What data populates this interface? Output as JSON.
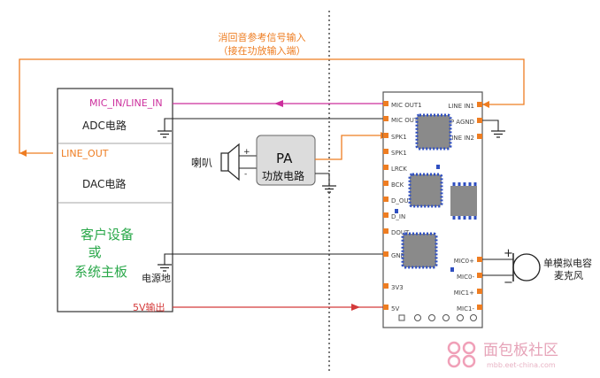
{
  "annotation": {
    "line1": "消回音参考信号输入",
    "line2": "（接在功放输入端）"
  },
  "client_device": {
    "mic_in_line_in": "MIC_IN/LINE_IN",
    "adc": "ADC电路",
    "line_out": "LINE_OUT",
    "dac": "DAC电路",
    "title_line1": "客户设备",
    "title_line2": "或",
    "title_line3": "系统主板"
  },
  "power": {
    "ground_label": "电源地",
    "five_v_label": "5V输出"
  },
  "amplifier": {
    "pa": "PA",
    "name": "功放电路",
    "speaker": "喇叭",
    "plus": "+",
    "minus": "-"
  },
  "module_pins": {
    "left": [
      "MIC OUT1",
      "MIC OUT2",
      "SPK1",
      "SPK1",
      "LRCK",
      "BCK",
      "D_OUT",
      "D_IN",
      "DOUT",
      "GND",
      "3V3",
      "5V"
    ],
    "right": [
      "LINE IN1",
      "HP AGND",
      "LINE IN2",
      "MIC0+",
      "MIC0-",
      "MIC1+",
      "MIC1-"
    ]
  },
  "microphone": {
    "label_line1": "单模拟电容",
    "label_line2": "麦克风",
    "plus": "+",
    "minus": "−"
  },
  "watermark": {
    "brand": "面包板社区",
    "url": "mbb.eet-china.com"
  },
  "colors": {
    "orange": "#ee7d22",
    "magenta": "#cc2e9c",
    "red": "#d43a3a",
    "dark": "#2b2b2b",
    "green": "#2aa84a",
    "chip_blue": "#2f4fc1",
    "chip_gray": "#8a8a8a"
  }
}
